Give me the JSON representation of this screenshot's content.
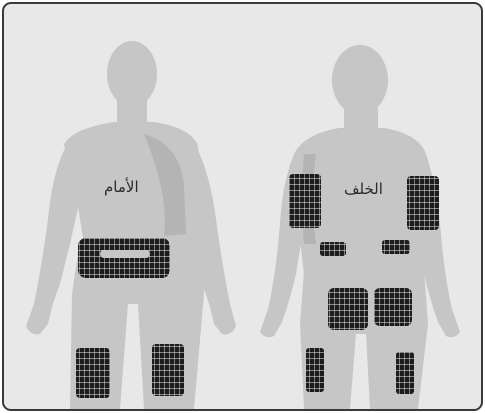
{
  "diagram": {
    "labels": {
      "front": "الأمام",
      "back": "الخلف"
    },
    "colors": {
      "background": "#e8e8e8",
      "border": "#3a3a3a",
      "figure": "#c6c6c6",
      "figure_shade": "#b4b4b4",
      "grid_fill": "#1c1c1c",
      "grid_line": "#ffffff"
    },
    "figures": [
      "front-view",
      "back-view"
    ],
    "zones": {
      "front": [
        "abdomen",
        "left-thigh",
        "right-thigh"
      ],
      "back": [
        "left-upper-arm",
        "right-upper-arm",
        "left-lower-back",
        "right-lower-back",
        "left-buttock",
        "right-buttock",
        "left-back-thigh",
        "right-back-thigh"
      ]
    }
  }
}
